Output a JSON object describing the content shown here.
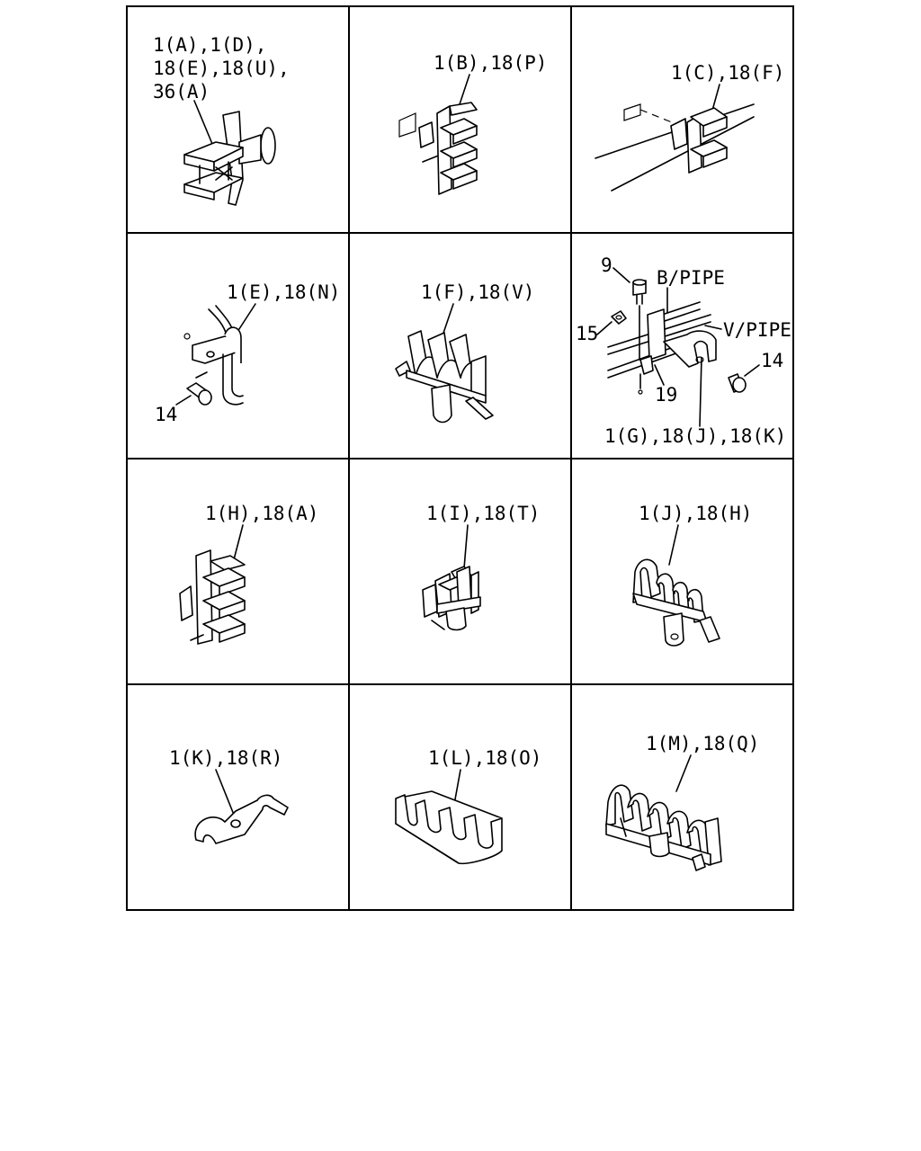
{
  "cells": [
    {
      "id": "a",
      "lines": [
        "1(A),1(D),",
        "18(E),18(U),",
        "36(A)"
      ]
    },
    {
      "id": "b",
      "lines": [
        "1(B),18(P)"
      ]
    },
    {
      "id": "c",
      "lines": [
        "1(C),18(F)"
      ]
    },
    {
      "id": "d",
      "lines": [
        "1(E),18(N)",
        "14"
      ]
    },
    {
      "id": "e",
      "lines": [
        "1(F),18(V)"
      ]
    },
    {
      "id": "f",
      "lines": [
        "9",
        "B/PIPE",
        "15",
        "V/PIPE",
        "14",
        "19",
        "1(G),18(J),18(K)"
      ]
    },
    {
      "id": "g",
      "lines": [
        "1(H),18(A)"
      ]
    },
    {
      "id": "h",
      "lines": [
        "1(I),18(T)"
      ]
    },
    {
      "id": "i",
      "lines": [
        "1(J),18(H)"
      ]
    },
    {
      "id": "j",
      "lines": [
        "1(K),18(R)"
      ]
    },
    {
      "id": "k",
      "lines": [
        "1(L),18(O)"
      ]
    },
    {
      "id": "l",
      "lines": [
        "1(M),18(Q)"
      ]
    }
  ]
}
